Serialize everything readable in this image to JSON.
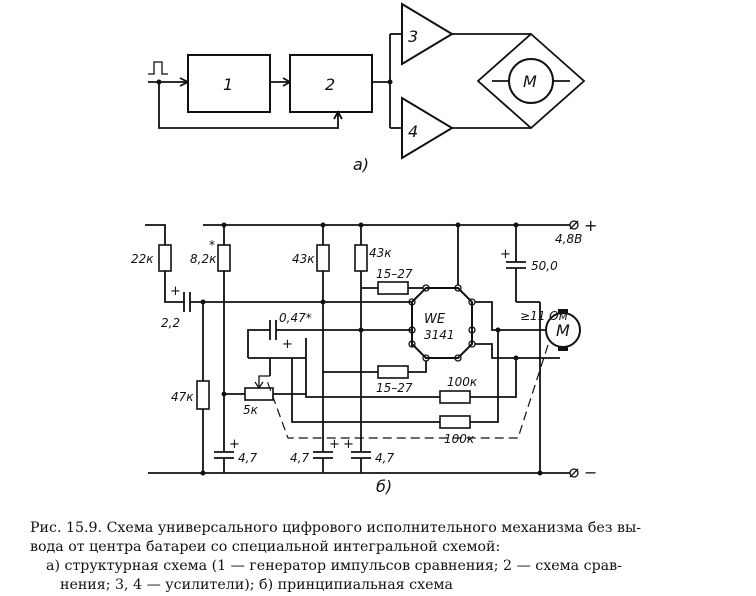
{
  "block_diagram": {
    "blocks": {
      "b1": "1",
      "b2": "2",
      "amp3": "3",
      "amp4": "4",
      "motor": "M"
    },
    "label": "а)"
  },
  "schematic": {
    "r_22k": "22к",
    "r_8k2": "8,2к",
    "r_8k2_star": "*",
    "r_43k_a": "43к",
    "r_43k_b": "43к",
    "r_15_27_top": "15–27",
    "r_15_27_bot": "15–27",
    "r_47k": "47к",
    "r_5k": "5к",
    "r_100k_a": "100к",
    "r_100k_b": "100к",
    "c_2_2": "2,2",
    "c_0_47": "0,47*",
    "c_50": "50,0",
    "c_4_7_a": "4,7",
    "c_4_7_b": "4,7",
    "c_4_7_c": "4,7",
    "ic_name": "WE",
    "ic_num": "3141",
    "motor_r": "≥11 Ом",
    "motor": "M",
    "supply_v": "4,8В",
    "plus": "+",
    "minus": "−",
    "label": "б)"
  },
  "caption": {
    "line1": "Рис. 15.9. Схема универсального цифрового исполнительного механизма без вы-",
    "line2": "вода от центра батареи со специальной интегральной схемой:",
    "line3": "а) структурная схема (1 — генератор импульсов сравнения; 2 — схема срав-",
    "line4": "нения; 3, 4 — усилители); б) принципиальная схема"
  }
}
